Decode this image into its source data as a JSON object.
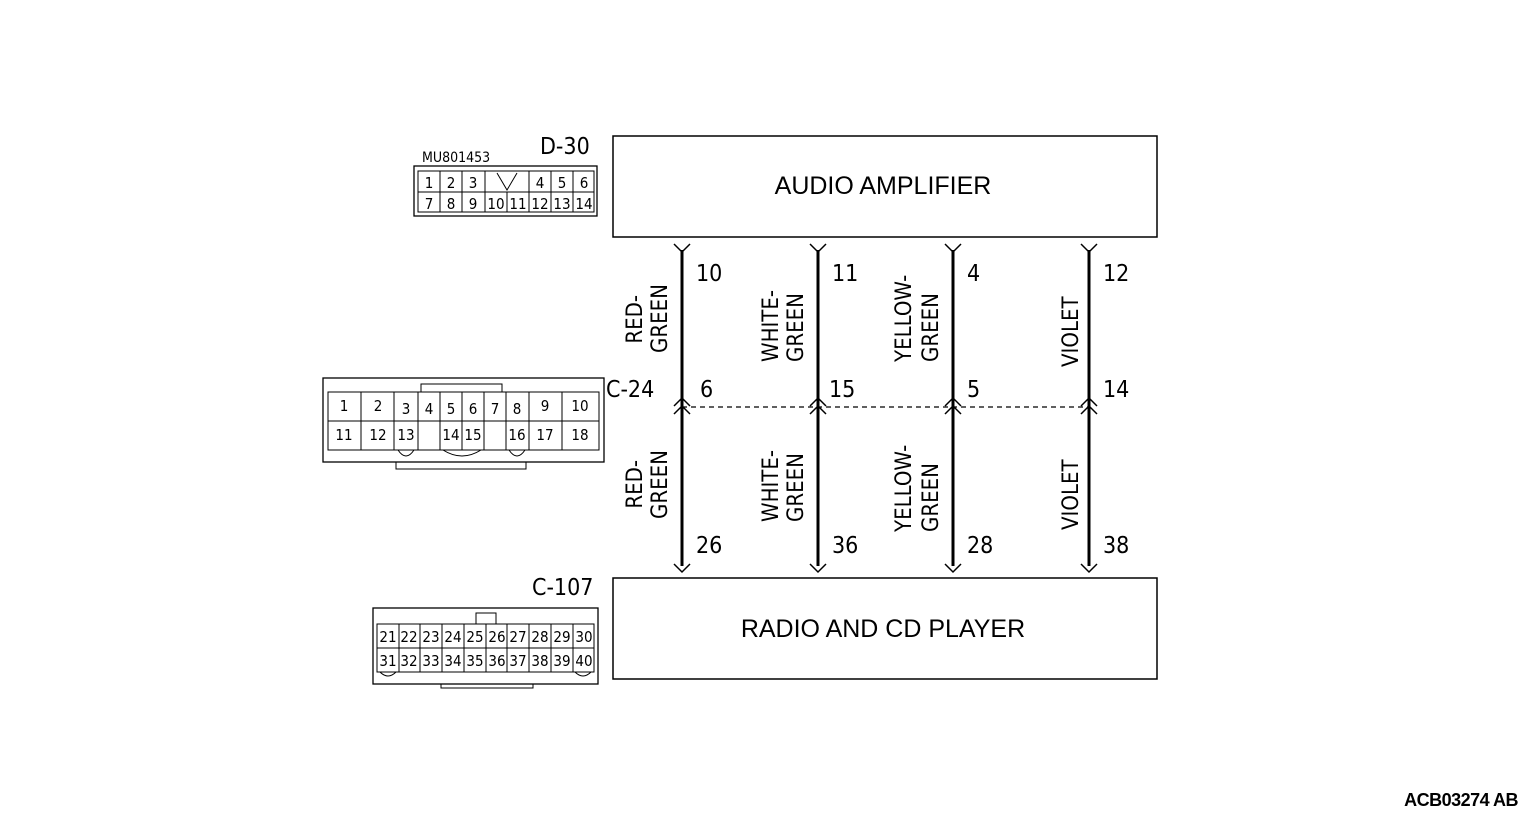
{
  "boxes": {
    "top": "AUDIO AMPLIFIER",
    "bottom": "RADIO AND CD PLAYER"
  },
  "connectors": {
    "d30": {
      "label": "D-30",
      "part_no": "MU801453",
      "row1": [
        "1",
        "2",
        "3",
        "",
        "4",
        "5",
        "6"
      ],
      "row2": [
        "7",
        "8",
        "9",
        "10",
        "11",
        "12",
        "13",
        "14"
      ]
    },
    "c24": {
      "label": "C-24",
      "row1": [
        "1",
        "2",
        "3",
        "4",
        "5",
        "6",
        "7",
        "8",
        "9",
        "10"
      ],
      "row2": [
        "11",
        "12",
        "13",
        "",
        "14",
        "15",
        "",
        "16",
        "17",
        "18"
      ]
    },
    "c107": {
      "label": "C-107",
      "row1": [
        "21",
        "22",
        "23",
        "24",
        "25",
        "26",
        "27",
        "28",
        "29",
        "30"
      ],
      "row2": [
        "31",
        "32",
        "33",
        "34",
        "35",
        "36",
        "37",
        "38",
        "39",
        "40"
      ]
    }
  },
  "wires": [
    {
      "top_pin": "10",
      "mid_pin": "6",
      "bottom_pin": "26",
      "upper_color": [
        "RED-",
        "GREEN"
      ],
      "lower_color": [
        "RED-",
        "GREEN"
      ]
    },
    {
      "top_pin": "11",
      "mid_pin": "15",
      "bottom_pin": "36",
      "upper_color": [
        "WHITE-",
        "GREEN"
      ],
      "lower_color": [
        "WHITE-",
        "GREEN"
      ]
    },
    {
      "top_pin": "4",
      "mid_pin": "5",
      "bottom_pin": "28",
      "upper_color": [
        "YELLOW-",
        "GREEN"
      ],
      "lower_color": [
        "YELLOW-",
        "GREEN"
      ]
    },
    {
      "top_pin": "12",
      "mid_pin": "14",
      "bottom_pin": "38",
      "upper_color": [
        "VIOLET"
      ],
      "lower_color": [
        "VIOLET"
      ]
    }
  ],
  "reference_code": "ACB03274 AB"
}
